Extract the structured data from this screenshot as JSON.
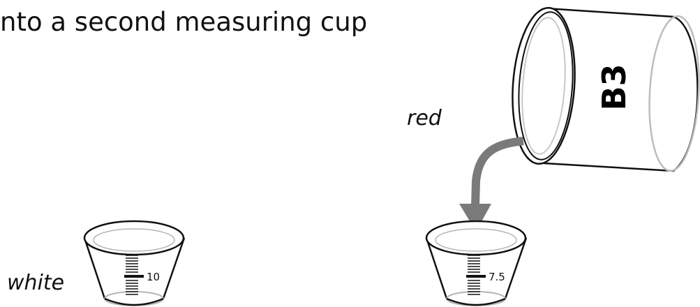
{
  "heading": "nto a second measuring cup",
  "bucket": {
    "code": "B3"
  },
  "left_cup": {
    "label": "white",
    "reading": "10"
  },
  "right_cup": {
    "label": "red",
    "reading": "7.5"
  },
  "colors": {
    "arrow": "#7a7a7a",
    "outline": "#111111",
    "inner_line": "#b5b5b5"
  }
}
